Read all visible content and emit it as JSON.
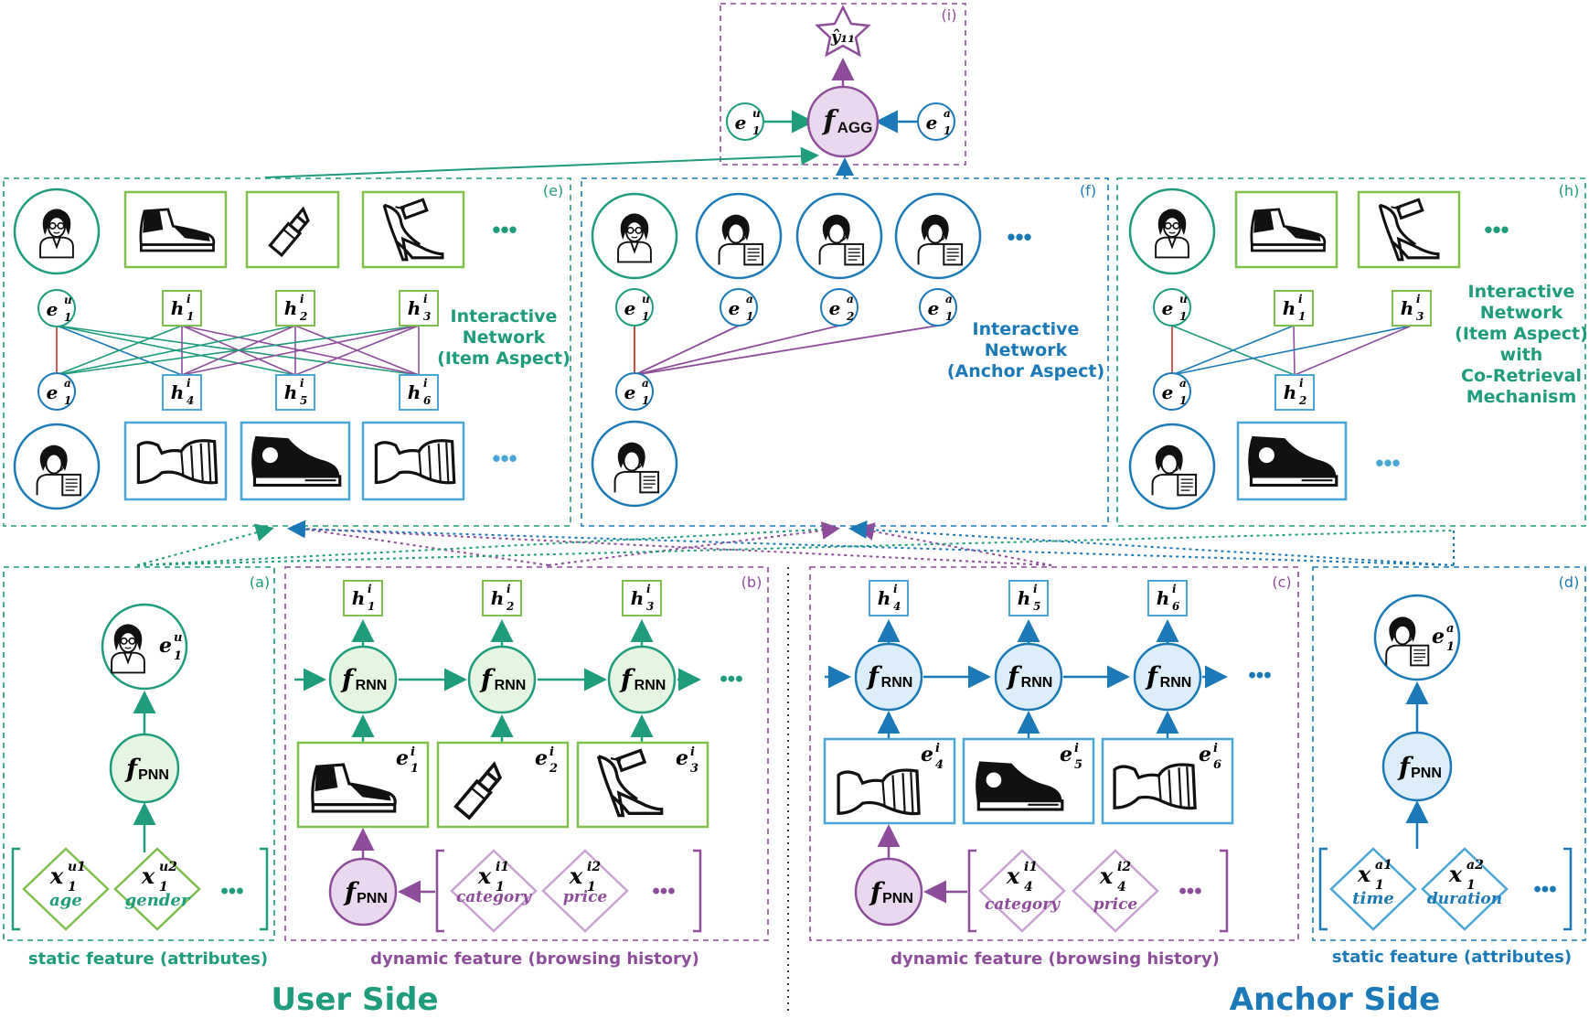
{
  "colors": {
    "green": "#1e9c7c",
    "green_light": "#e6f4e2",
    "green_box": "#7fbf4d",
    "blue": "#1b79b8",
    "blue_light": "#ddeef8",
    "blue_box": "#4aa6d6",
    "purple": "#8e4d9b",
    "purple_light": "#ead8ee",
    "purple_box": "#c9a3d1",
    "red": "#c0392b"
  },
  "panels": {
    "a": "(a)",
    "b": "(b)",
    "c": "(c)",
    "d": "(d)",
    "e": "(e)",
    "f": "(f)",
    "h": "(h)",
    "i": "(i)"
  },
  "nodes": {
    "y_hat": "ŷ₁₁",
    "f_agg": "f",
    "f_agg_sub": "AGG",
    "e1u": "e",
    "e1u_sup": "u",
    "e1u_sub": "1",
    "e1a": "e",
    "e1a_sup": "a",
    "e1a_sub": "1",
    "e2a_sup": "a",
    "e2a_sub": "2",
    "f_rnn": "f",
    "f_rnn_sub": "RNN",
    "f_pnn": "f",
    "f_pnn_sub": "PNN",
    "h_sup": "i",
    "h1_sub": "1",
    "h2_sub": "2",
    "h3_sub": "3",
    "h4_sub": "4",
    "h5_sub": "5",
    "h6_sub": "6",
    "e_item_sup": "i"
  },
  "features": {
    "x": "x",
    "u1_sup": "u1",
    "u2_sup": "u2",
    "i1_sup": "i1",
    "i2_sup": "i2",
    "a1_sup": "a1",
    "a2_sup": "a2",
    "sub1": "1",
    "sub4": "4",
    "age": "age",
    "gender": "gender",
    "category": "category",
    "price": "price",
    "time": "time",
    "duration": "duration"
  },
  "labels": {
    "interactive_item_1": "Interactive",
    "interactive_item_2": "Network",
    "interactive_item_3": "(Item Aspect)",
    "interactive_anchor_1": "Interactive",
    "interactive_anchor_2": "Network",
    "interactive_anchor_3": "(Anchor Aspect)",
    "interactive_co_1": "Interactive",
    "interactive_co_2": "Network",
    "interactive_co_3": "(Item Aspect)",
    "interactive_co_4": "with",
    "interactive_co_5": "Co-Retrieval",
    "interactive_co_6": "Mechanism",
    "static_user": "static feature (attributes)",
    "dynamic_user": "dynamic feature (browsing history)",
    "dynamic_anchor": "dynamic feature (browsing history)",
    "static_anchor": "static feature (attributes)",
    "user_side": "User Side",
    "anchor_side": "Anchor Side",
    "ellipsis": "•••"
  },
  "icons": {
    "user": "person-with-glasses-icon",
    "anchor": "anchor-with-headset-icon",
    "sneaker": "high-top-sneaker-icon",
    "lipstick": "lipstick-icon",
    "heel": "high-heel-icon",
    "dress": "dress-icon",
    "converse": "converse-sneaker-icon"
  }
}
